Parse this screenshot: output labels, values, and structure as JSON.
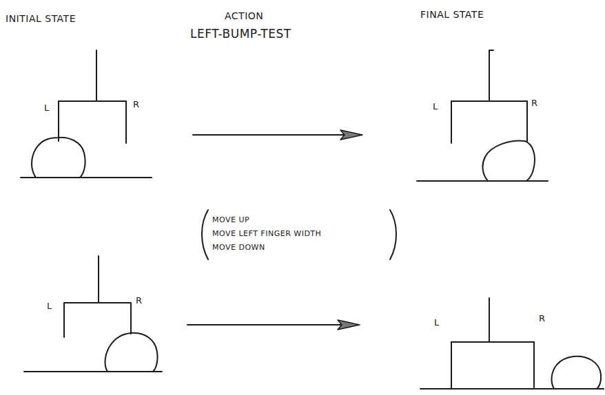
{
  "diagram": {
    "labels": [
      "INITIAL STATE",
      "ACTION",
      "LEFT-BUMP-TEST",
      "FINAL STATE",
      "L",
      "R",
      "L",
      "R",
      "MOVE UP",
      "MOVE LEFT FINGER WIDTH",
      "MOVE DOWN",
      "L",
      "R",
      "L",
      "R"
    ]
  }
}
